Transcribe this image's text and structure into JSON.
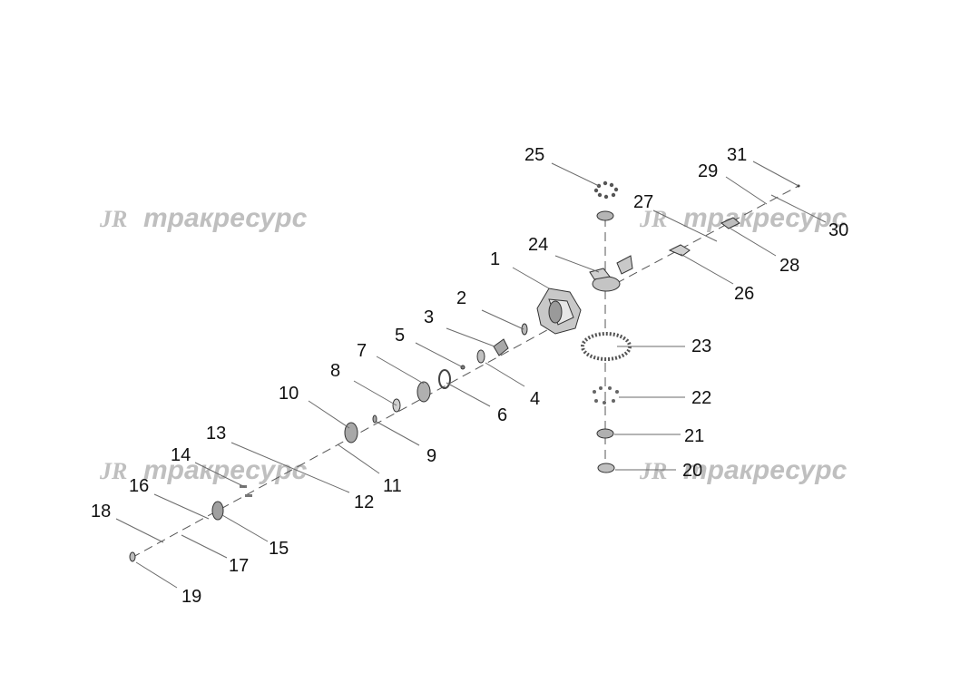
{
  "watermark": {
    "logo": "JR",
    "text": "тракресурс"
  },
  "callouts": [
    "1",
    "2",
    "3",
    "4",
    "5",
    "6",
    "7",
    "8",
    "9",
    "10",
    "11",
    "12",
    "13",
    "14",
    "15",
    "16",
    "17",
    "18",
    "19",
    "20",
    "21",
    "22",
    "23",
    "24",
    "25",
    "26",
    "27",
    "28",
    "29",
    "30",
    "31"
  ],
  "colors": {
    "background": "#ffffff",
    "lines": "#555555",
    "parts": "#9a9a9a",
    "watermark": "#b4b4b4"
  }
}
